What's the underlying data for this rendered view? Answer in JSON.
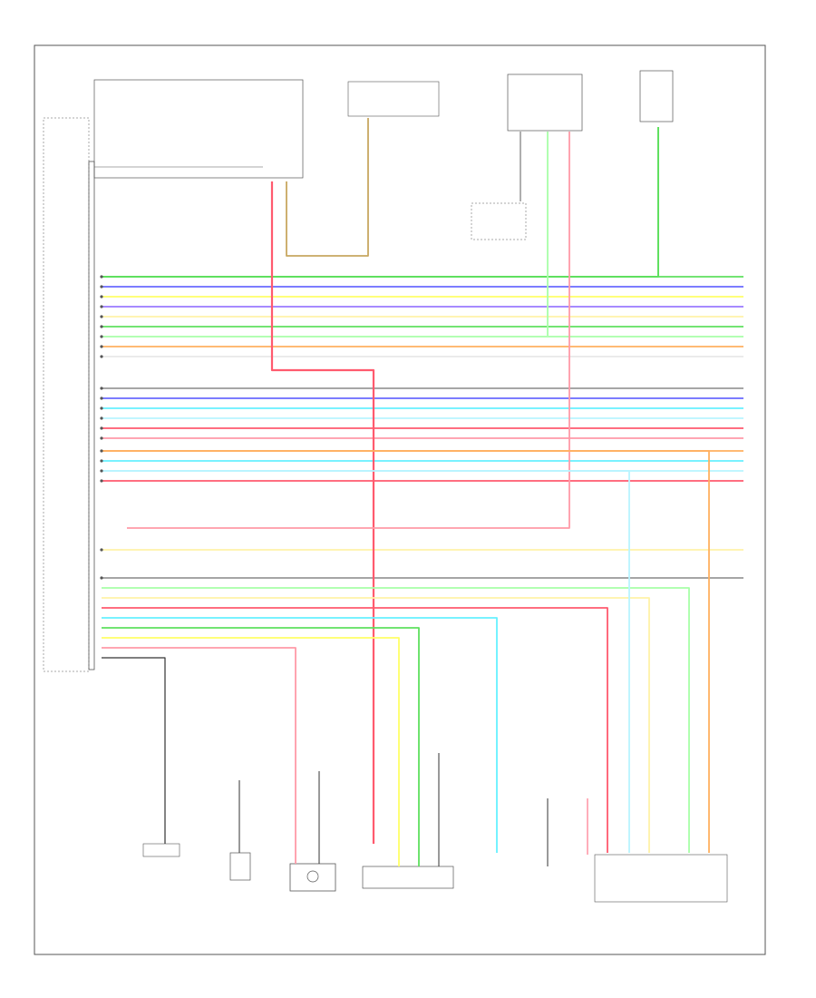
{
  "diagram": {
    "page_label": "",
    "wire_colors": {
      "red": "#ff5a6e",
      "pink": "#ff9aa8",
      "green": "#5fe05f",
      "light_green": "#a8ffa8",
      "yellow": "#ffff66",
      "light_yellow": "#fff2a8",
      "blue": "#6a6aff",
      "violet": "#9a7aff",
      "cyan": "#66f0ff",
      "light_blue": "#b8f4ff",
      "orange": "#ffb060",
      "gray": "#9a9a9a",
      "tan": "#c8a860",
      "white": "#e8e8e8",
      "black": "#333333"
    },
    "modules": [
      {
        "id": "main-ecu",
        "label": ""
      },
      {
        "id": "fuse-block",
        "label": ""
      },
      {
        "id": "relay-box",
        "label": ""
      },
      {
        "id": "sensor-top-right",
        "label": ""
      },
      {
        "id": "ground-bottom-left",
        "label": ""
      },
      {
        "id": "switch-module",
        "label": ""
      },
      {
        "id": "motor-module",
        "label": ""
      },
      {
        "id": "connector-block",
        "label": ""
      },
      {
        "id": "switch-bottom",
        "label": ""
      },
      {
        "id": "module-bottom-right",
        "label": ""
      }
    ]
  }
}
